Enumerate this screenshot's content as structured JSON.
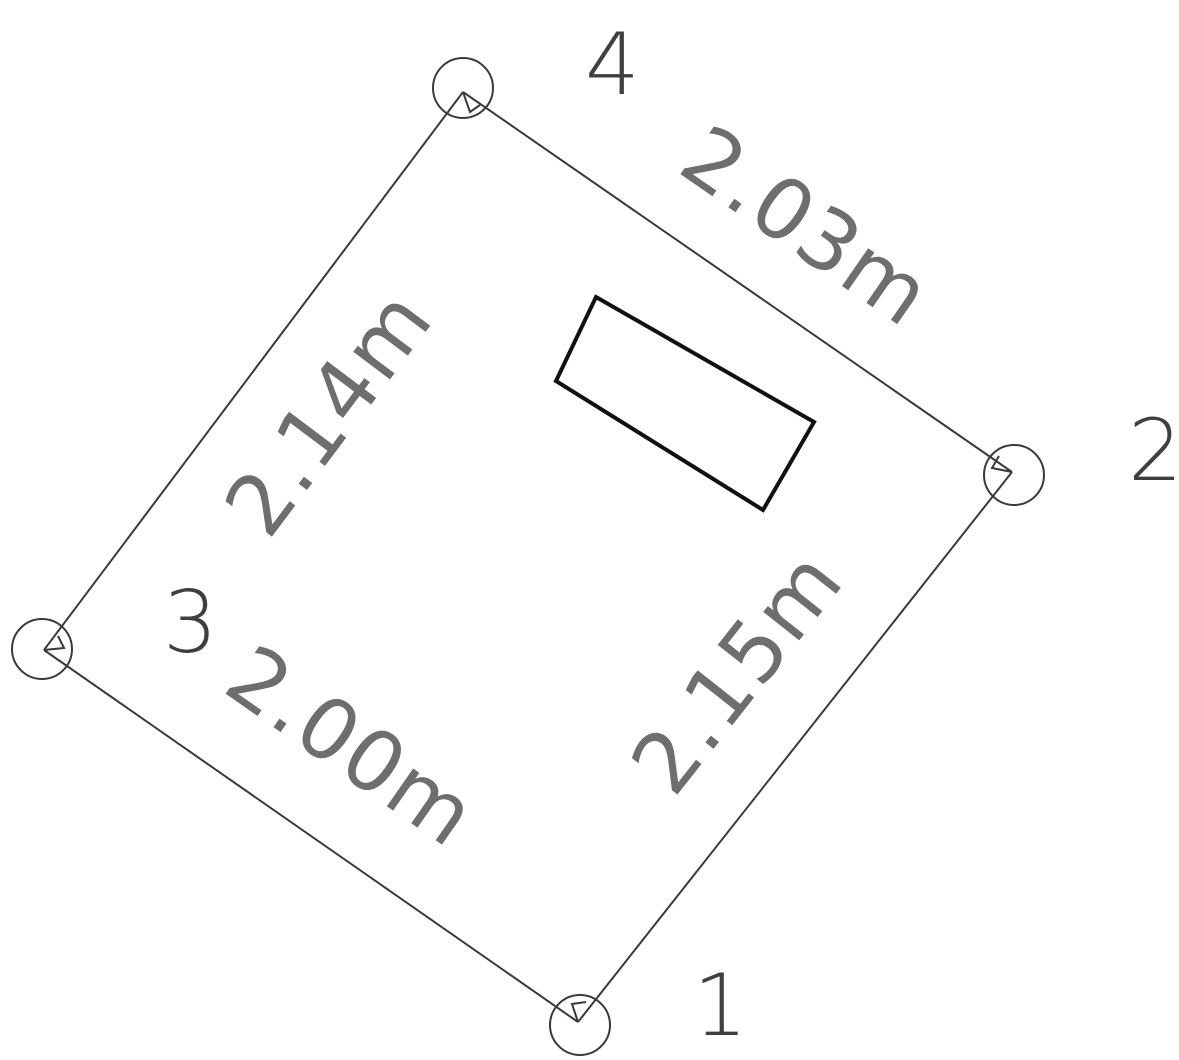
{
  "diagram": {
    "points": [
      {
        "id": "1",
        "label": "1"
      },
      {
        "id": "2",
        "label": "2"
      },
      {
        "id": "3",
        "label": "3"
      },
      {
        "id": "4",
        "label": "4"
      }
    ],
    "edges": [
      {
        "from": "1",
        "to": "2",
        "length_label": "2.15m"
      },
      {
        "from": "2",
        "to": "4",
        "length_label": "2.03m"
      },
      {
        "from": "4",
        "to": "3",
        "length_label": "2.14m"
      },
      {
        "from": "3",
        "to": "1",
        "length_label": "2.00m"
      }
    ]
  }
}
